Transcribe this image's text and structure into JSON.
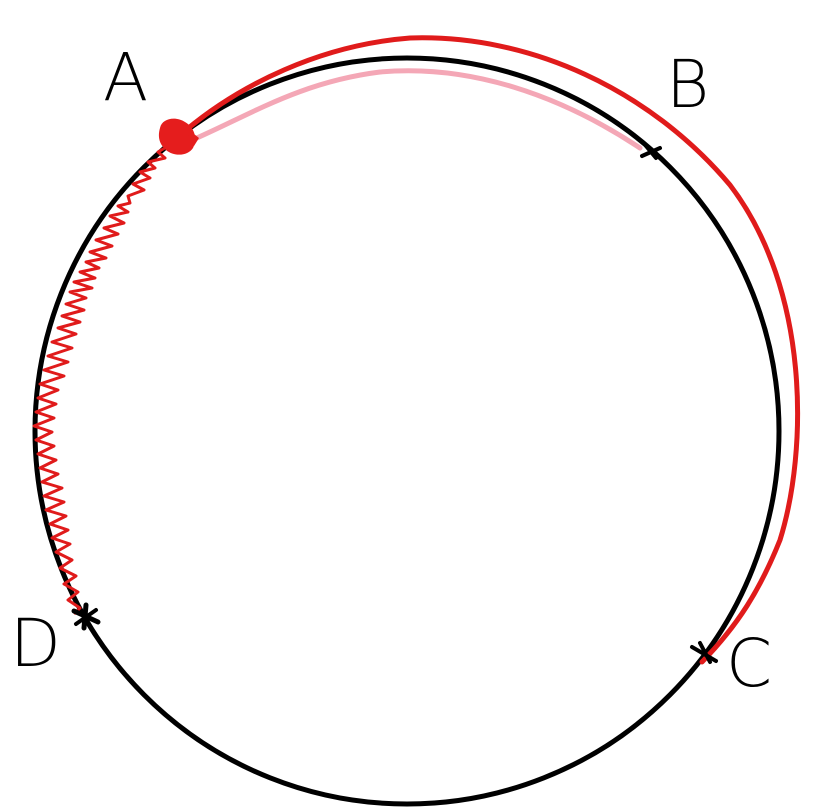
{
  "points": [
    {
      "id": "A",
      "label": "A"
    },
    {
      "id": "B",
      "label": "B"
    },
    {
      "id": "C",
      "label": "C"
    },
    {
      "id": "D",
      "label": "D"
    }
  ],
  "colors": {
    "circle": "#000000",
    "outer_arc_red": "#e01b1b",
    "inner_arc_pink": "#f4a7b6",
    "zigzag_red": "#e01b1b",
    "start_dot_red": "#e51d1d",
    "marks": "#000000"
  }
}
